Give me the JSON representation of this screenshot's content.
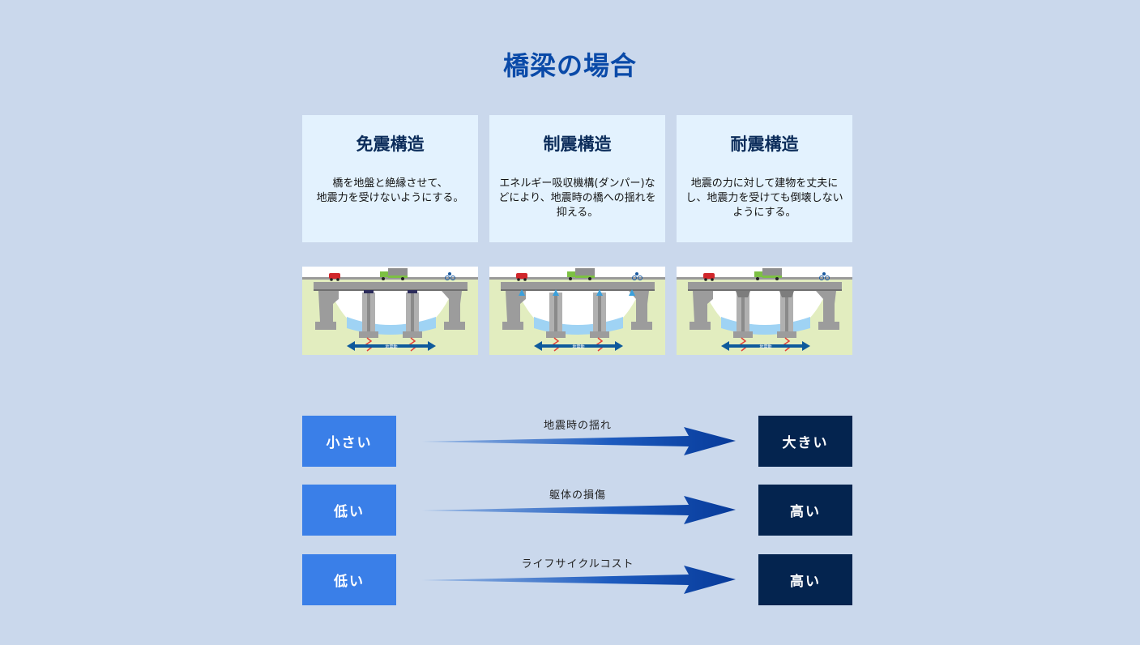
{
  "title": "橋梁の場合",
  "structures": [
    {
      "name": "免震構造",
      "desc": "橋を地盤と絶縁させて、\n地震力を受けないようにする。"
    },
    {
      "name": "制震構造",
      "desc": "エネルギー吸収機構(ダンパー)などにより、地震時の橋への揺れを抑える。"
    },
    {
      "name": "耐震構造",
      "desc": "地震の力に対して建物を丈夫にし、地震力を受けても倒壊しないようにする。"
    }
  ],
  "illustration_label": "地震動",
  "comparisons": [
    {
      "low": "小さい",
      "label": "地震時の揺れ",
      "high": "大きい"
    },
    {
      "low": "低い",
      "label": "躯体の損傷",
      "high": "高い"
    },
    {
      "low": "低い",
      "label": "ライフサイクルコスト",
      "high": "高い"
    }
  ],
  "colors": {
    "title": "#0a4aa8",
    "low_box": "#3a7fe8",
    "high_box": "#04244f",
    "background": "#cad8ec"
  }
}
